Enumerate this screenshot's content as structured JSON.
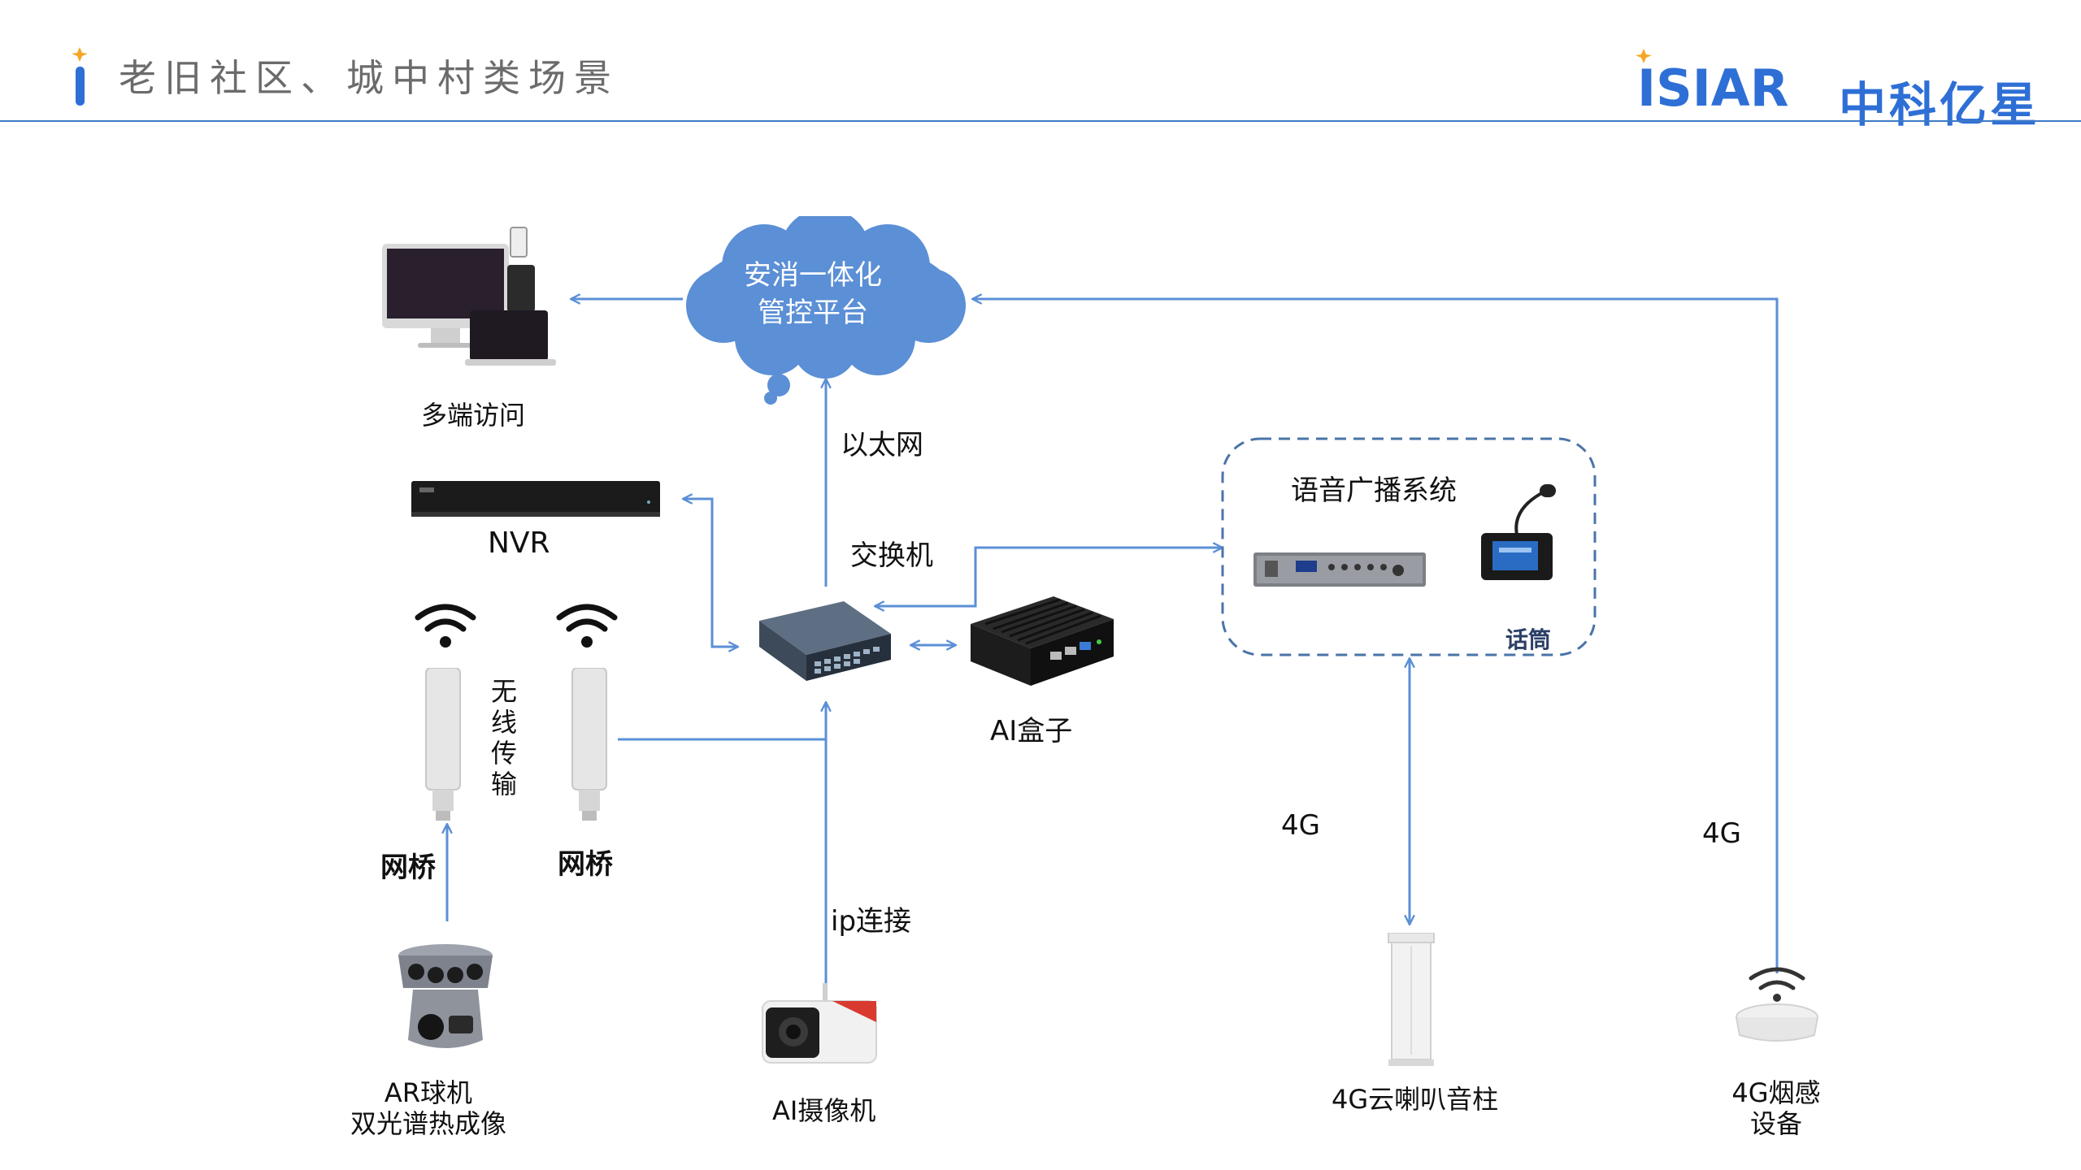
{
  "header": {
    "title": "老旧社区、城中村类场景",
    "brand_logo_text": "ISIAR",
    "brand_name": "中科亿星"
  },
  "nodes": {
    "multi_access": "多端访问",
    "platform_line1": "安消一体化",
    "platform_line2": "管控平台",
    "nvr": "NVR",
    "switch": "交换机",
    "ai_box": "AI盒子",
    "broadcast_system": "语音广播系统",
    "microphone": "话筒",
    "bridge_left": "网桥",
    "bridge_right": "网桥",
    "wireless_v": [
      "无",
      "线",
      "传",
      "输"
    ],
    "ar_camera_line1": "AR球机",
    "ar_camera_line2": "双光谱热成像",
    "ai_camera": "AI摄像机",
    "speaker_column": "4G云喇叭音柱",
    "smoke_line1": "4G烟感",
    "smoke_line2": "设备"
  },
  "edges": {
    "ethernet": "以太网",
    "ip_connect": "ip连接",
    "fourg_left": "4G",
    "fourg_right": "4G"
  },
  "colors": {
    "accent": "#3c79c8",
    "line": "#5b8fd6",
    "cloud": "#5b8fd6",
    "brand": "#2e6fd6",
    "star": "#f5a623"
  }
}
